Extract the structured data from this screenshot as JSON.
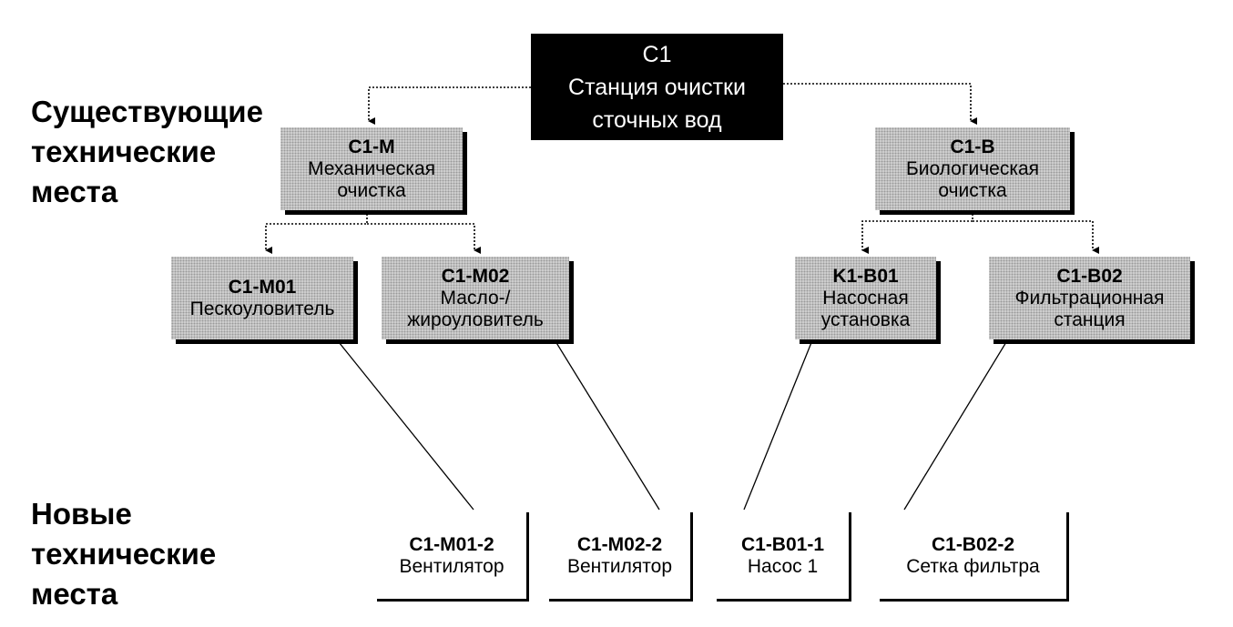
{
  "labels": {
    "existing": "Существующие\nтехнические\nместа",
    "new": "Новые\nтехнические\nместа"
  },
  "root": {
    "code": "C1",
    "line1": "Станция очистки",
    "line2": "сточных вод"
  },
  "level1": {
    "mech": {
      "code": "C1-M",
      "line1": "Механическая",
      "line2": "очистка"
    },
    "bio": {
      "code": "C1-B",
      "line1": "Биологическая",
      "line2": "очистка"
    }
  },
  "level2": {
    "m01": {
      "code": "C1-M01",
      "line1": "Пескоуловитель",
      "line2": ""
    },
    "m02": {
      "code": "C1-M02",
      "line1": "Масло-/",
      "line2": "жироуловитель"
    },
    "b01": {
      "code": "K1-B01",
      "line1": "Насосная",
      "line2": "установка"
    },
    "b02": {
      "code": "C1-B02",
      "line1": "Фильтрационная",
      "line2": "станция"
    }
  },
  "new_places": {
    "m01_2": {
      "code": "C1-M01-2",
      "name": "Вентилятор"
    },
    "m02_2": {
      "code": "C1-M02-2",
      "name": "Вентилятор"
    },
    "b01_1": {
      "code": "C1-B01-1",
      "name": "Насос 1"
    },
    "b02_2": {
      "code": "C1-B02-2",
      "name": "Сетка фильтра"
    }
  },
  "colors": {
    "root_bg": "#000000",
    "node_fill": "#d2d2d2",
    "shadow": "#000000"
  }
}
